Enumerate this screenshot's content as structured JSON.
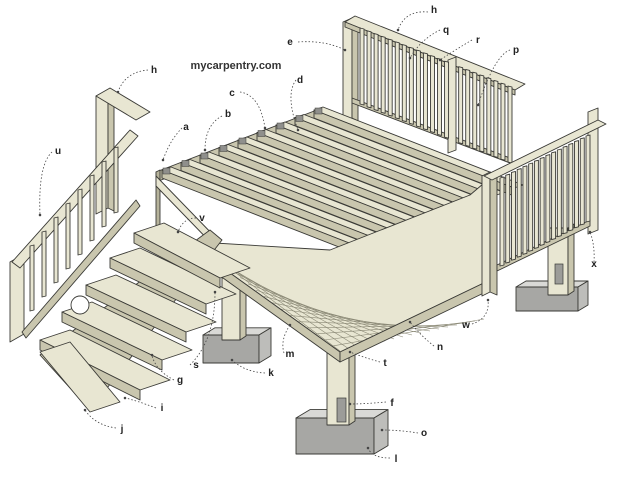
{
  "site": {
    "name": "mycarpentry.com"
  },
  "colors": {
    "lumber": "#e8e6d2",
    "lumber_dark": "#c9c6ae",
    "lumber_shadow": "#b6b39b",
    "outline": "#3a3a36",
    "concrete": "#d9d9d6",
    "concrete_dark": "#a7a7a4",
    "leader": "#444444",
    "label": "#222222"
  },
  "labels": {
    "a": "a",
    "b": "b",
    "c": "c",
    "d": "d",
    "e": "e",
    "f": "f",
    "g": "g",
    "h": "h",
    "i": "i",
    "j": "j",
    "k": "k",
    "l": "l",
    "m": "m",
    "n": "n",
    "o": "o",
    "p": "p",
    "q": "q",
    "r": "r",
    "s": "s",
    "t": "t",
    "u": "u",
    "v": "v",
    "w": "w",
    "x": "x"
  }
}
